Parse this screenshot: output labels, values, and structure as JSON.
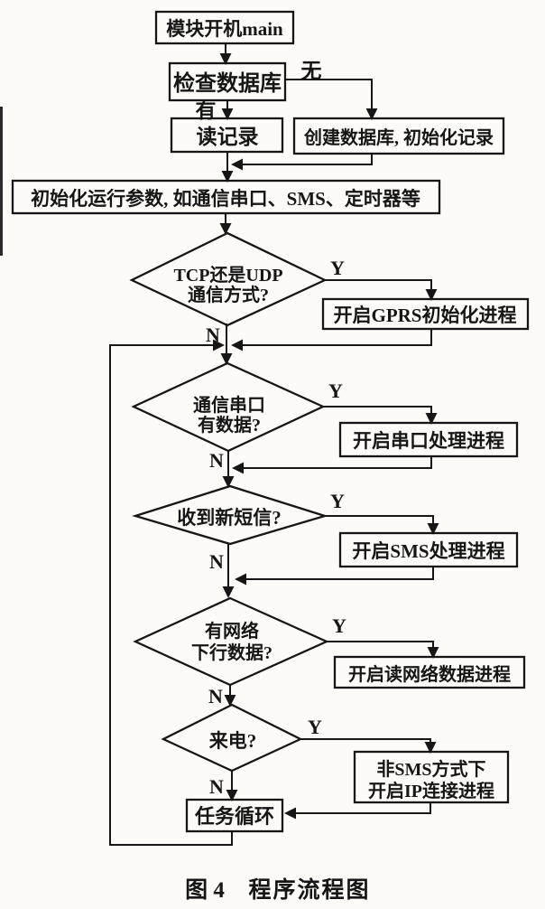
{
  "document": {
    "kind": "scanned flowchart figure",
    "background_color": "#fcfbf8",
    "ink_color": "#161616"
  },
  "caption": {
    "figure_label": "图 4",
    "figure_title": "程序流程图"
  },
  "branch_labels": {
    "yes": "Y",
    "no": "N",
    "has": "有",
    "none": "无"
  },
  "nodes": {
    "start": {
      "type": "process",
      "label": "模块开机main"
    },
    "check_db": {
      "type": "process",
      "label": "检查数据库"
    },
    "read_record": {
      "type": "process",
      "label": "读记录"
    },
    "create_db": {
      "type": "process",
      "label": "创建数据库, 初始化记录"
    },
    "init_params": {
      "type": "process",
      "label": "初始化运行参数, 如通信串口、SMS、定时器等"
    },
    "tcp_udp": {
      "type": "decision",
      "line1": "TCP还是UDP",
      "line2": "通信方式?"
    },
    "gprs": {
      "type": "process",
      "label": "开启GPRS初始化进程"
    },
    "serial_check": {
      "type": "decision",
      "line1": "通信串口",
      "line2": "有数据?"
    },
    "serial_proc": {
      "type": "process",
      "label": "开启串口处理进程"
    },
    "sms_check": {
      "type": "decision",
      "label": "收到新短信?"
    },
    "sms_proc": {
      "type": "process",
      "label": "开启SMS处理进程"
    },
    "net_check": {
      "type": "decision",
      "line1": "有网络",
      "line2": "下行数据?"
    },
    "net_proc": {
      "type": "process",
      "label": "开启读网络数据进程"
    },
    "call_check": {
      "type": "decision",
      "label": "来电?"
    },
    "ip_proc": {
      "type": "process",
      "line1": "非SMS方式下",
      "line2": "开启IP连接进程"
    },
    "task_loop": {
      "type": "process",
      "label": "任务循环"
    }
  }
}
